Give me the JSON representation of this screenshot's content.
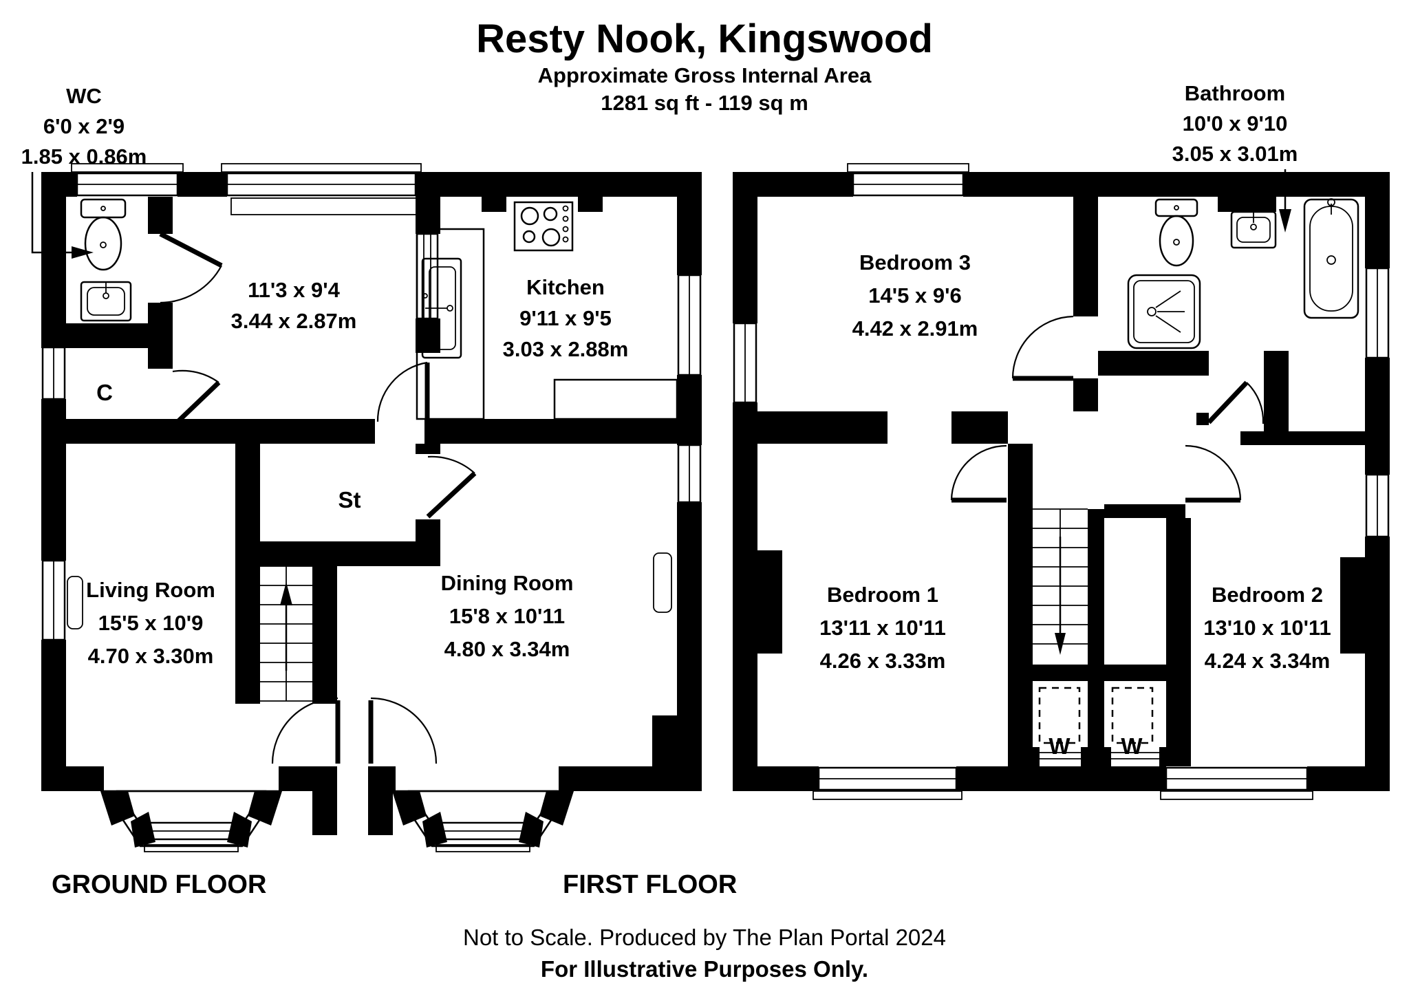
{
  "header": {
    "title": "Resty Nook, Kingswood",
    "subtitle": "Approximate Gross Internal Area",
    "area": "1281 sq ft - 119 sq m"
  },
  "ground_floor": {
    "label": "GROUND FLOOR",
    "wc": {
      "name": "WC",
      "imperial": "6'0 x 2'9",
      "metric": "1.85 x 0.86m"
    },
    "hall": {
      "imperial": "11'3 x 9'4",
      "metric": "3.44 x 2.87m"
    },
    "kitchen": {
      "name": "Kitchen",
      "imperial": "9'11 x 9'5",
      "metric": "3.03 x 2.88m"
    },
    "cupboard": {
      "name": "C"
    },
    "store": {
      "name": "St"
    },
    "living_room": {
      "name": "Living Room",
      "imperial": "15'5 x 10'9",
      "metric": "4.70 x 3.30m"
    },
    "dining_room": {
      "name": "Dining Room",
      "imperial": "15'8 x 10'11",
      "metric": "4.80 x 3.34m"
    }
  },
  "first_floor": {
    "label": "FIRST FLOOR",
    "bedroom3": {
      "name": "Bedroom 3",
      "imperial": "14'5 x 9'6",
      "metric": "4.42 x 2.91m"
    },
    "bathroom": {
      "name": "Bathroom",
      "imperial": "10'0 x 9'10",
      "metric": "3.05 x 3.01m"
    },
    "bedroom1": {
      "name": "Bedroom 1",
      "imperial": "13'11 x 10'11",
      "metric": "4.26 x 3.33m"
    },
    "bedroom2": {
      "name": "Bedroom 2",
      "imperial": "13'10 x 10'11",
      "metric": "4.24 x 3.34m"
    },
    "wardrobe_left": {
      "name": "W"
    },
    "wardrobe_right": {
      "name": "W"
    }
  },
  "footer": {
    "line1": "Not to Scale. Produced by The Plan Portal 2024",
    "line2": "For Illustrative Purposes Only."
  },
  "colors": {
    "wall": "#000000",
    "background": "#ffffff"
  }
}
